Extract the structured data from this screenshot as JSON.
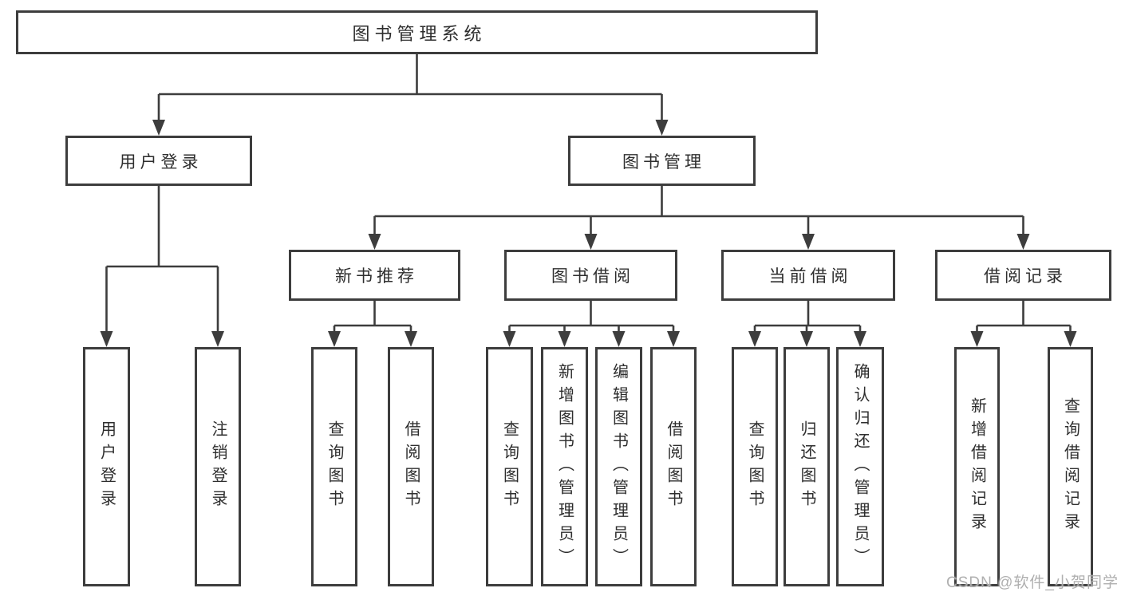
{
  "tree": {
    "label": "图书管理系统",
    "children": [
      {
        "label": "用户登录",
        "children": [
          {
            "label": "用户登录"
          },
          {
            "label": "注销登录"
          }
        ]
      },
      {
        "label": "图书管理",
        "children": [
          {
            "label": "新书推荐",
            "children": [
              {
                "label": "查询图书"
              },
              {
                "label": "借阅图书"
              }
            ]
          },
          {
            "label": "图书借阅",
            "children": [
              {
                "label": "查询图书"
              },
              {
                "label": "新增图书（管理员）"
              },
              {
                "label": "编辑图书（管理员）"
              },
              {
                "label": "借阅图书"
              }
            ]
          },
          {
            "label": "当前借阅",
            "children": [
              {
                "label": "查询图书"
              },
              {
                "label": "归还图书"
              },
              {
                "label": "确认归还（管理员）"
              }
            ]
          },
          {
            "label": "借阅记录",
            "children": [
              {
                "label": "新增借阅记录"
              },
              {
                "label": "查询借阅记录"
              }
            ]
          }
        ]
      }
    ]
  },
  "watermark": "CSDN @软件_小贺同学",
  "colors": {
    "line": "#3d3d3d",
    "node_border": "#3d3d3d",
    "text": "#2e2e2e",
    "watermark": "#a8a8a8",
    "background": "#ffffff"
  }
}
